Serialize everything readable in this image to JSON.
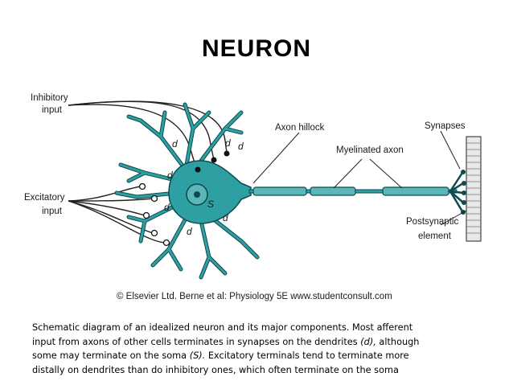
{
  "title": "NEURON",
  "labels": {
    "inhibitory": [
      "Inhibitory",
      "input"
    ],
    "excitatory": [
      "Excitatory",
      "input"
    ],
    "axon_hillock": "Axon hillock",
    "myelinated_axon": "Myelinated axon",
    "synapses": "Synapses",
    "postsynaptic": [
      "Postsynaptic",
      "element"
    ],
    "dendrite_mark": "d",
    "soma_mark": "S"
  },
  "credit": "© Elsevier Ltd. Berne et al: Physiology 5E www.studentconsult.com",
  "caption": {
    "line1": "Schematic diagram of an idealized neuron and its major components. Most afferent",
    "line2_a": "input from axons of other cells terminates in synapses on the dendrites ",
    "line2_d": "(d),",
    "line2_b": " although",
    "line3_a": "some may terminate on the soma ",
    "line3_s": "(S).",
    "line3_b": " Excitatory terminals tend to terminate more",
    "line4": "distally on dendrites than do inhibitory ones, which often terminate on the soma"
  },
  "colors": {
    "neuron_fill": "#2e9fa3",
    "neuron_stroke": "#0d4a4d",
    "line": "#222222",
    "myelin_fill": "#5cb5b8"
  }
}
